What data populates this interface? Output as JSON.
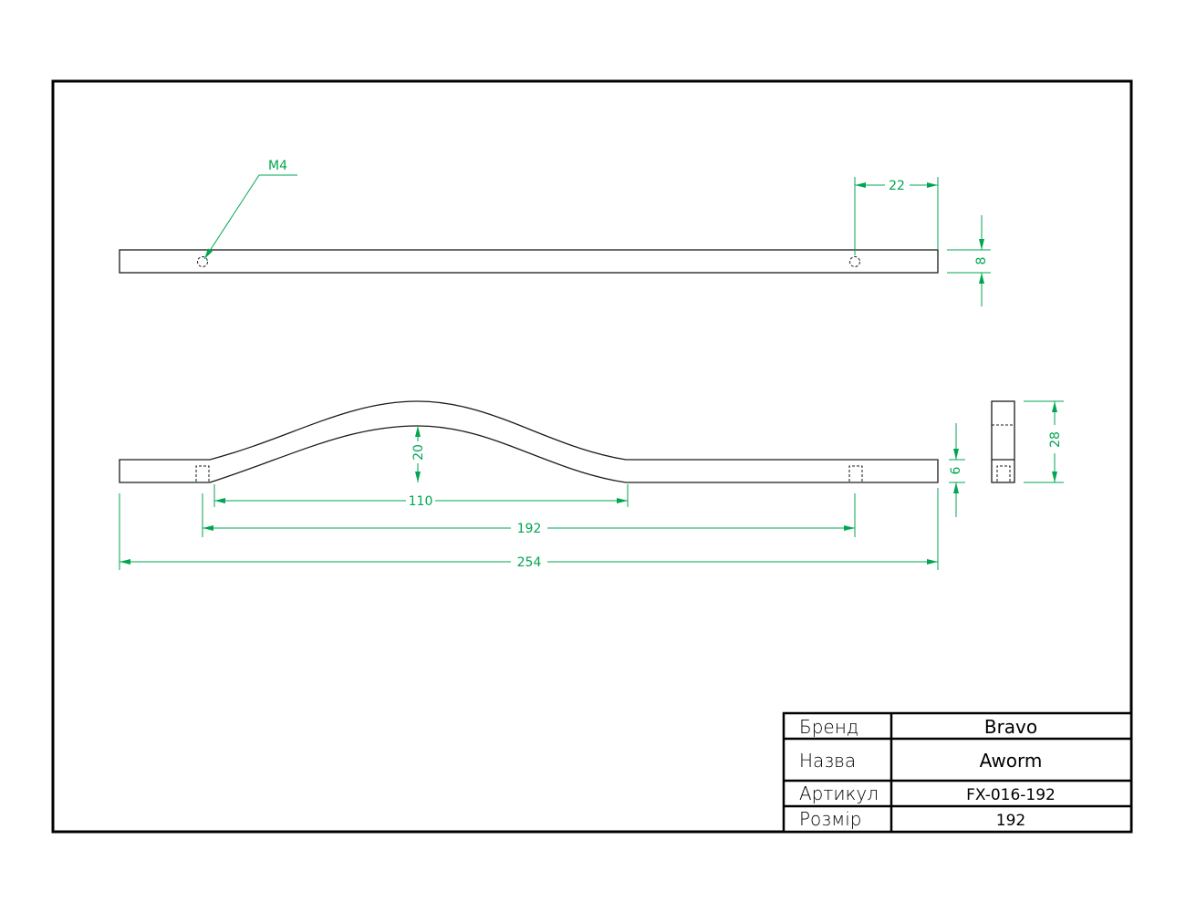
{
  "colors": {
    "dimension": "#00a651",
    "line": "#1a1a1a",
    "frame": "#000000"
  },
  "annotations": {
    "thread": "M4",
    "hole_offset": "22",
    "bar_thickness": "8",
    "bend_height": "20",
    "bend_length": "110",
    "hole_spacing": "192",
    "overall_length": "254",
    "end_thickness": "6",
    "overall_height": "28"
  },
  "title_block": {
    "brand_label": "Бренд",
    "brand_value": "Bravo",
    "name_label": "Назва",
    "name_value": "Aworm",
    "article_label": "Артикул",
    "article_value": "FX-016-192",
    "size_label": "Розмір",
    "size_value": "192"
  }
}
